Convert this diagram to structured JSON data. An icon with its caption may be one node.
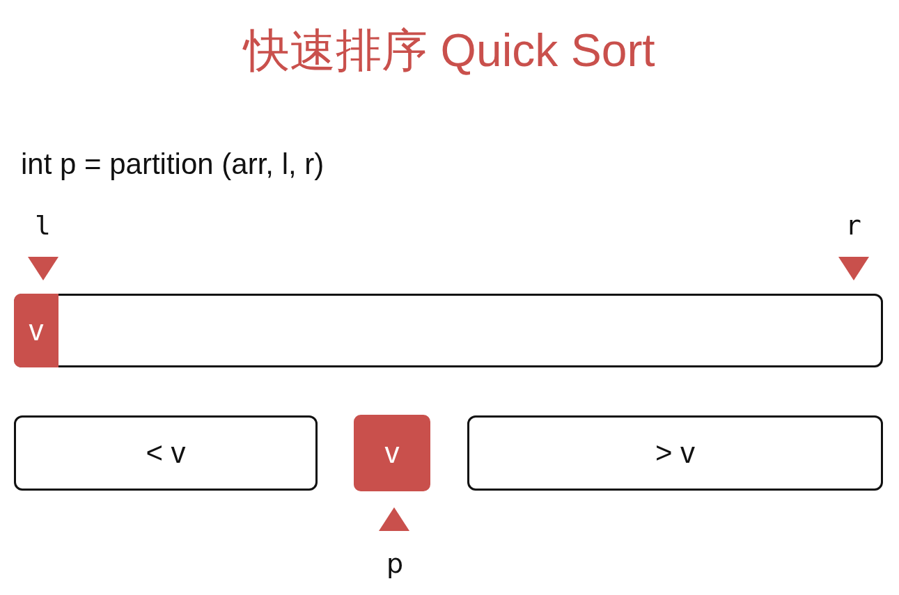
{
  "diagram": {
    "title": "快速排序 Quick Sort",
    "nodes": [
      {
        "text": [],
        "shape": "box"
      },
      {
        "text": [
          "v"
        ],
        "in": 0
      },
      {
        "text": [
          "< v"
        ]
      },
      {
        "text": [
          "v"
        ]
      },
      {
        "text": [
          "> v"
        ]
      }
    ],
    "labels": [
      "int p = partition (arr, l, r)",
      "l",
      "r",
      "p"
    ]
  }
}
